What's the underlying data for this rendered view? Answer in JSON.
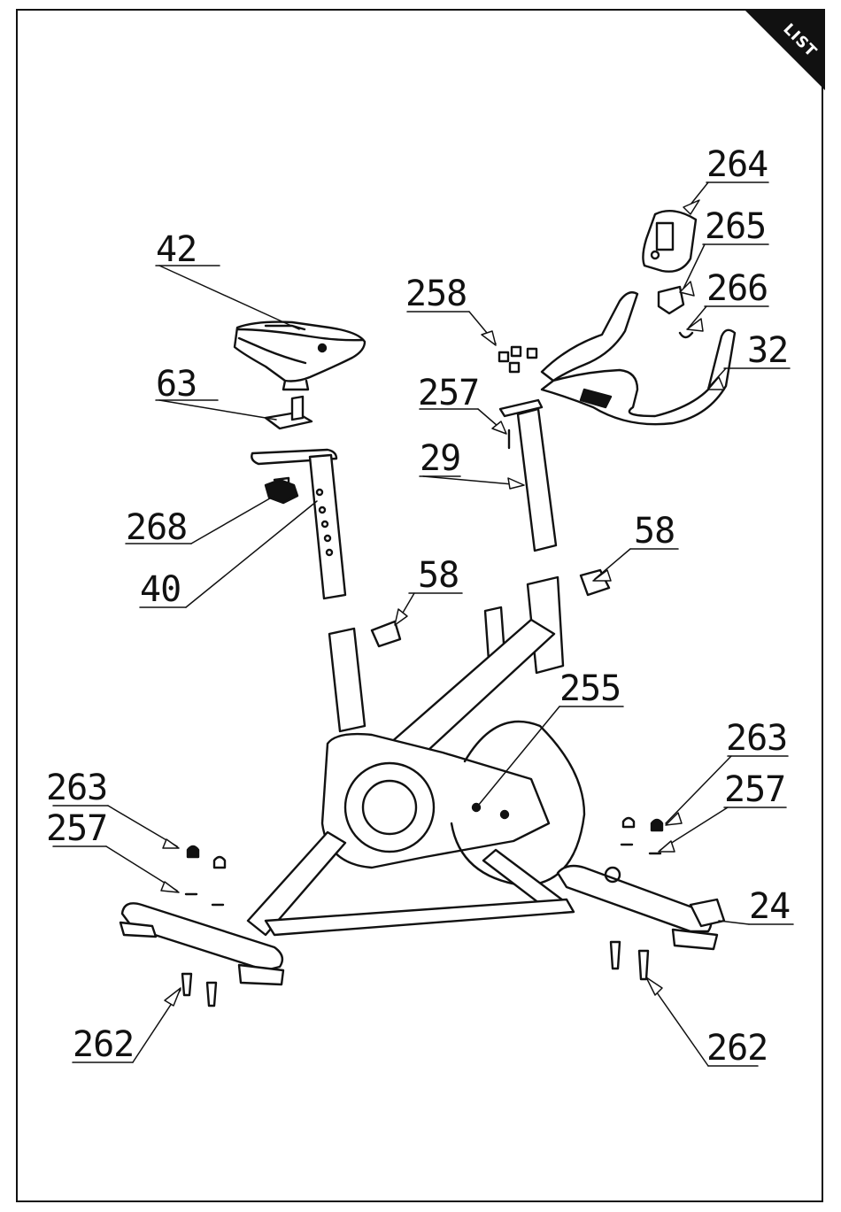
{
  "corner_tab": {
    "label": "LIST"
  },
  "callouts": [
    {
      "id": "c264",
      "label": "264"
    },
    {
      "id": "c265",
      "label": "265"
    },
    {
      "id": "c266",
      "label": "266"
    },
    {
      "id": "c32",
      "label": "32"
    },
    {
      "id": "c258",
      "label": "258"
    },
    {
      "id": "c42",
      "label": "42"
    },
    {
      "id": "c63",
      "label": "63"
    },
    {
      "id": "c257a",
      "label": "257"
    },
    {
      "id": "c29",
      "label": "29"
    },
    {
      "id": "c268",
      "label": "268"
    },
    {
      "id": "c40",
      "label": "40"
    },
    {
      "id": "c58a",
      "label": "58"
    },
    {
      "id": "c58b",
      "label": "58"
    },
    {
      "id": "c255",
      "label": "255"
    },
    {
      "id": "c263a",
      "label": "263"
    },
    {
      "id": "c257b",
      "label": "257"
    },
    {
      "id": "c263b",
      "label": "263"
    },
    {
      "id": "c257c",
      "label": "257"
    },
    {
      "id": "c24",
      "label": "24"
    },
    {
      "id": "c262a",
      "label": "262"
    },
    {
      "id": "c262b",
      "label": "262"
    }
  ]
}
